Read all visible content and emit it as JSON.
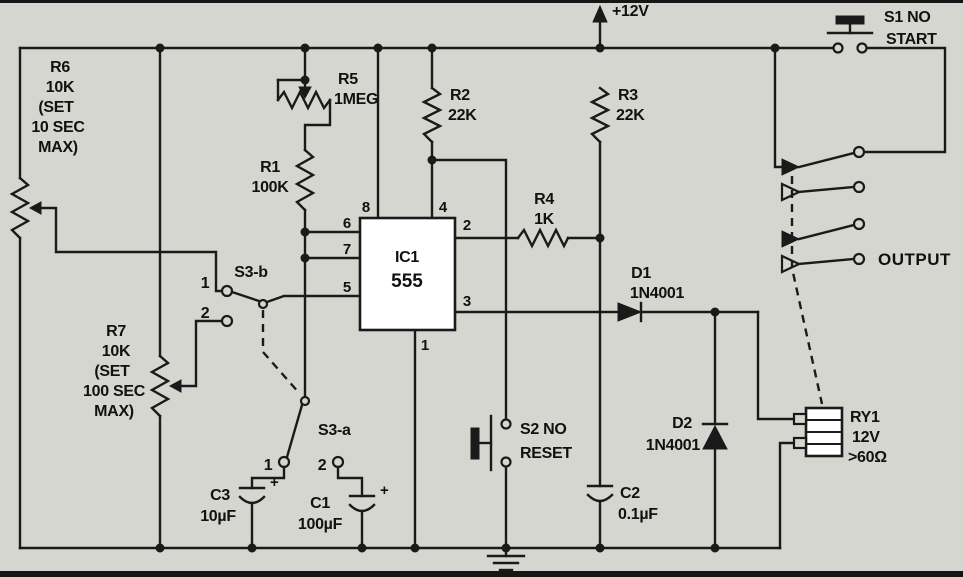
{
  "diagram": {
    "type": "schematic",
    "description": "555 timer one-shot circuit with relay output",
    "background_color": "#d6d6d1",
    "ink_color": "#1a1a1a",
    "power_rail_label": "+12V",
    "output_label": "OUTPUT"
  },
  "components": {
    "r1": {
      "ref": "R1",
      "value": "100K"
    },
    "r2": {
      "ref": "R2",
      "value": "22K"
    },
    "r3": {
      "ref": "R3",
      "value": "22K"
    },
    "r4": {
      "ref": "R4",
      "value": "1K"
    },
    "r5": {
      "ref": "R5",
      "value": "1MEG"
    },
    "r6": {
      "ref": "R6",
      "value": "10K",
      "note1": "(SET",
      "note2": "10 SEC",
      "note3": "MAX)"
    },
    "r7": {
      "ref": "R7",
      "value": "10K",
      "note1": "(SET",
      "note2": "100 SEC",
      "note3": "MAX)"
    },
    "c1": {
      "ref": "C1",
      "value": "100µF",
      "polarity": "+"
    },
    "c2": {
      "ref": "C2",
      "value": "0.1µF"
    },
    "c3": {
      "ref": "C3",
      "value": "10µF",
      "polarity": "+"
    },
    "d1": {
      "ref": "D1",
      "value": "1N4001"
    },
    "d2": {
      "ref": "D2",
      "value": "1N4001"
    },
    "ic1": {
      "ref": "IC1",
      "value": "555",
      "pins": {
        "p1": "1",
        "p2": "2",
        "p3": "3",
        "p4": "4",
        "p5": "5",
        "p6": "6",
        "p7": "7",
        "p8": "8"
      }
    },
    "s1": {
      "line1": "S1 NO",
      "line2": "START"
    },
    "s2": {
      "line1": "S2 NO",
      "line2": "RESET"
    },
    "s3a": {
      "ref": "S3-a",
      "pos1": "1",
      "pos2": "2"
    },
    "s3b": {
      "ref": "S3-b",
      "pos1": "1",
      "pos2": "2"
    },
    "ry1": {
      "ref": "RY1",
      "value1": "12V",
      "value2": ">60Ω"
    }
  }
}
